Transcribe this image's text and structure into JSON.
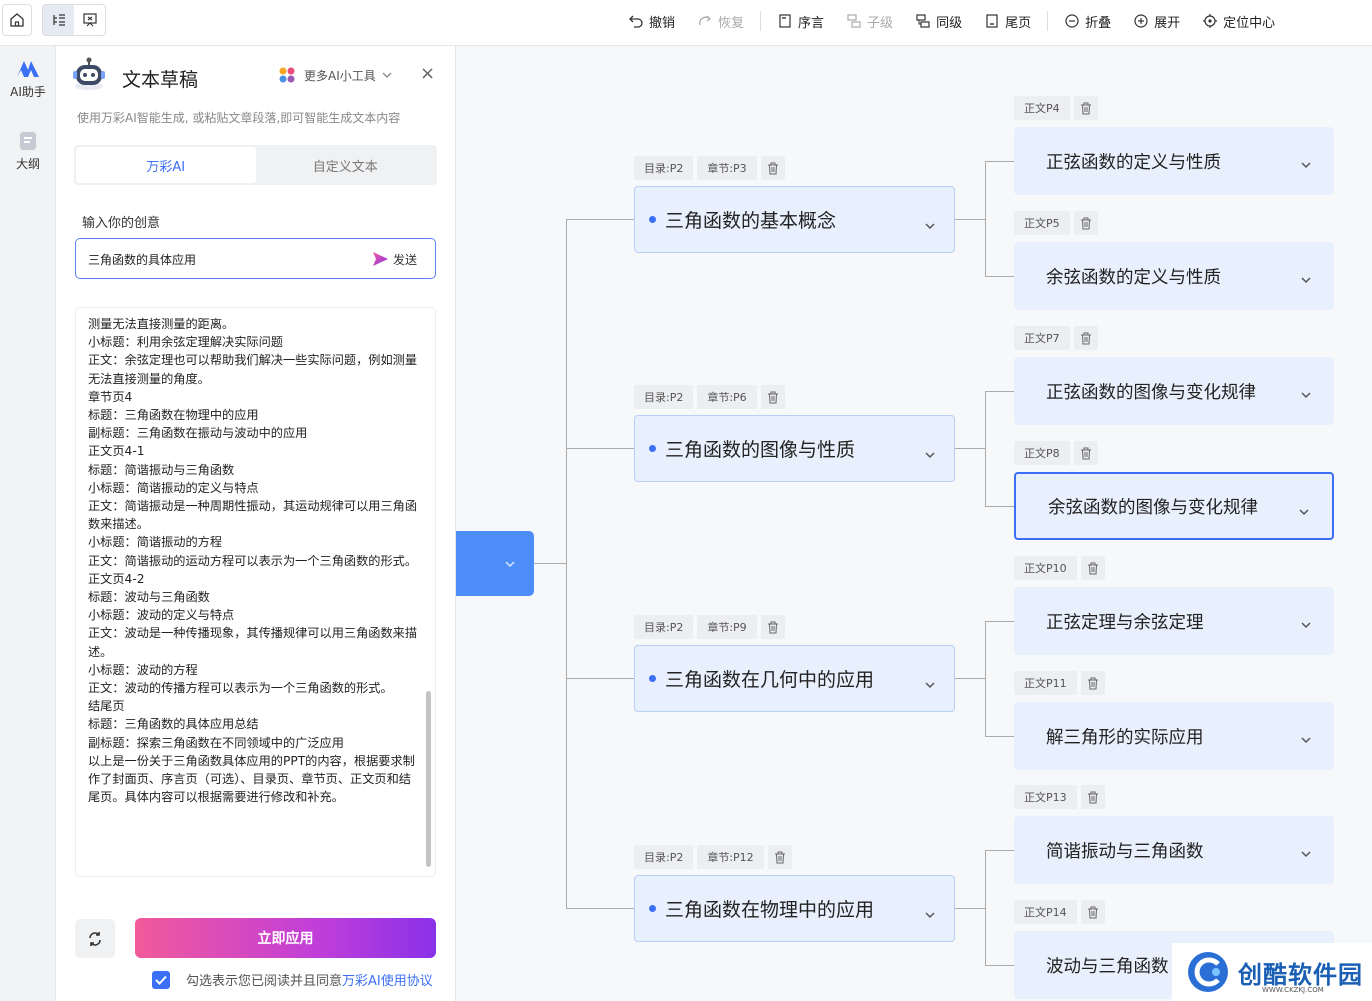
{
  "toolbar": {
    "undo": "撤销",
    "redo": "恢复",
    "preface": "序言",
    "child": "子级",
    "sibling": "同级",
    "ending": "尾页",
    "collapse": "折叠",
    "expand": "展开",
    "locate": "定位中心"
  },
  "leftnav": {
    "ai": "AI助手",
    "outline": "大纲"
  },
  "panel": {
    "title": "文本草稿",
    "more_tools": "更多AI小工具",
    "close": "×",
    "description": "使用万彩AI智能生成, 或粘贴文章段落,即可智能生成文本内容",
    "tabs": [
      "万彩AI",
      "自定义文本"
    ],
    "input_label": "输入你的创意",
    "input_value": "三角函数的具体应用",
    "send": "发送",
    "content_lines": [
      "测量无法直接测量的距离。",
      "小标题：利用余弦定理解决实际问题",
      "正文：余弦定理也可以帮助我们解决一些实际问题，例如测量无法直接测量的角度。",
      "章节页4",
      "标题：三角函数在物理中的应用",
      "副标题：三角函数在振动与波动中的应用",
      "正文页4-1",
      "标题：简谐振动与三角函数",
      "小标题：简谐振动的定义与特点",
      "正文：简谐振动是一种周期性振动，其运动规律可以用三角函数来描述。",
      "小标题：简谐振动的方程",
      "正文：简谐振动的运动方程可以表示为一个三角函数的形式。",
      "正文页4-2",
      "标题：波动与三角函数",
      "小标题：波动的定义与特点",
      "正文：波动是一种传播现象，其传播规律可以用三角函数来描述。",
      "小标题：波动的方程",
      "正文：波动的传播方程可以表示为一个三角函数的形式。",
      "结尾页",
      "标题：三角函数的具体应用总结",
      "副标题：探索三角函数在不同领域中的广泛应用",
      "以上是一份关于三角函数具体应用的PPT的内容，根据要求制作了封面页、序言页（可选）、目录页、章节页、正文页和结尾页。具体内容可以根据需要进行修改和补充。"
    ],
    "apply": "立即应用",
    "agree_text": "勾选表示您已阅读并且同意",
    "agree_link": "万彩AI使用协议"
  },
  "mindmap": {
    "chapters": [
      {
        "toc": "目录:P2",
        "chapter": "章节:P3",
        "title": "三角函数的基本概念",
        "children": [
          {
            "page": "正文P4",
            "title": "正弦函数的定义与性质"
          },
          {
            "page": "正文P5",
            "title": "余弦函数的定义与性质"
          }
        ]
      },
      {
        "toc": "目录:P2",
        "chapter": "章节:P6",
        "title": "三角函数的图像与性质",
        "children": [
          {
            "page": "正文P7",
            "title": "正弦函数的图像与变化规律"
          },
          {
            "page": "正文P8",
            "title": "余弦函数的图像与变化规律"
          }
        ]
      },
      {
        "toc": "目录:P2",
        "chapter": "章节:P9",
        "title": "三角函数在几何中的应用",
        "children": [
          {
            "page": "正文P10",
            "title": "正弦定理与余弦定理"
          },
          {
            "page": "正文P11",
            "title": "解三角形的实际应用"
          }
        ]
      },
      {
        "toc": "目录:P2",
        "chapter": "章节:P12",
        "title": "三角函数在物理中的应用",
        "children": [
          {
            "page": "正文P13",
            "title": "简谐振动与三角函数"
          },
          {
            "page": "正文P14",
            "title": "波动与三角函数"
          }
        ]
      }
    ]
  },
  "watermark": {
    "brand": "创酷软件园",
    "url": "WWW.CKZKJ.COM"
  },
  "colors": {
    "accent": "#3b6ff5",
    "node_bg": "#e8f0fd",
    "root": "#4d8df7"
  }
}
